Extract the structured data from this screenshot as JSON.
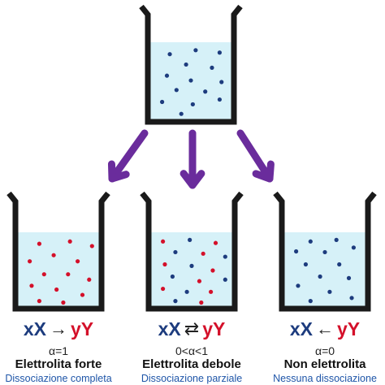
{
  "colors": {
    "water": "#d6f1f8",
    "outline": "#1a1a1a",
    "navy": "#1d3c7e",
    "red": "#d4102a",
    "arrow": "#6a2c9c",
    "sublabel": "#1e55a8"
  },
  "top_beaker": {
    "particles": "navy"
  },
  "beakers": [
    {
      "particles": "red",
      "equation": {
        "left": "xX",
        "arrow": "→",
        "right": "yY"
      },
      "alpha": "α=1",
      "name": "Elettrolita forte",
      "sublabel": "Dissociazione completa"
    },
    {
      "particles": "mixed",
      "equation": {
        "left": "xX",
        "arrow": "⇄",
        "right": "yY"
      },
      "alpha": "0<α<1",
      "name": "Elettrolita debole",
      "sublabel": "Dissociazione parziale"
    },
    {
      "particles": "navy",
      "equation": {
        "left": "xX",
        "arrow": "←",
        "right": "yY"
      },
      "alpha": "α=0",
      "name": "Non elettrolita",
      "sublabel": "Nessuna dissociazione"
    }
  ]
}
